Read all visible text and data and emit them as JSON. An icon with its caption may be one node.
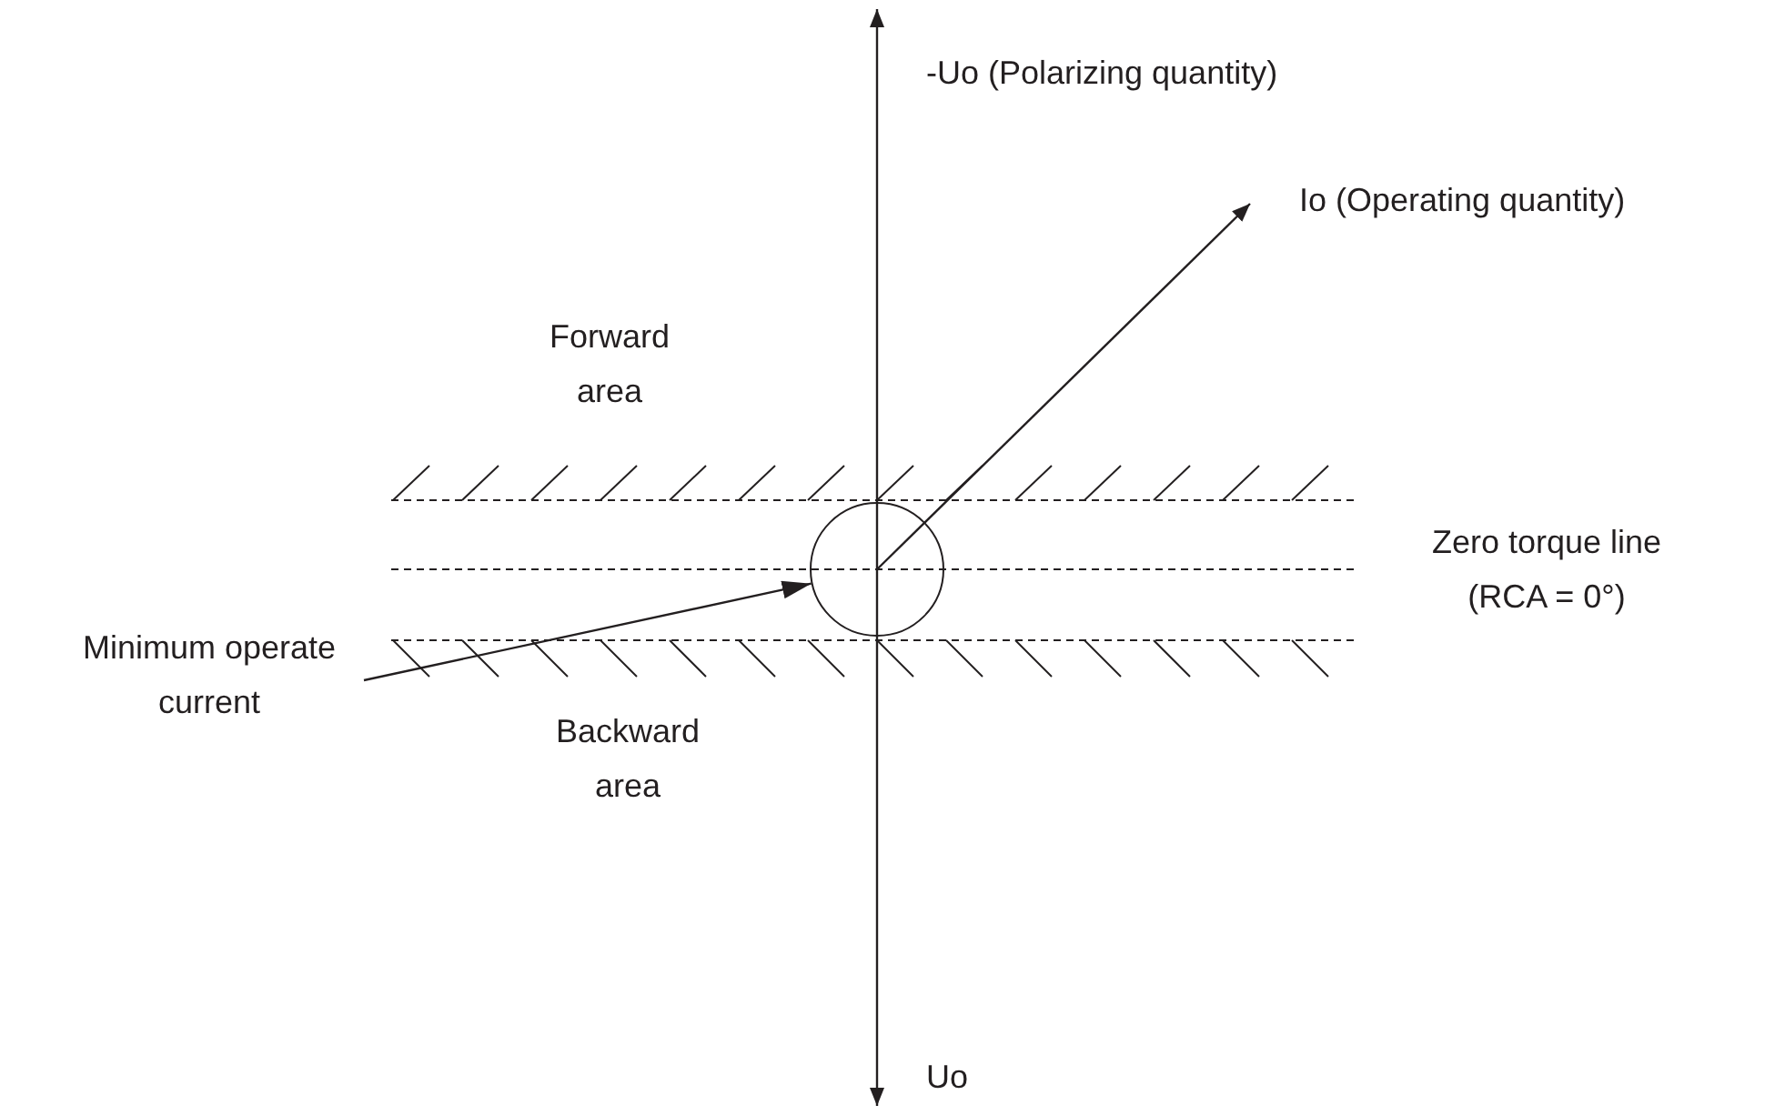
{
  "diagram": {
    "nodes": [
      {
        "text": [
          "Minimum operate current"
        ]
      },
      {
        "text": [],
        "shape": "circle"
      }
    ],
    "edges": [
      {
        "from": 0,
        "to": 1,
        "arrow": "to"
      }
    ],
    "labels": [
      "-Uo (Polarizing quantity)",
      "Io (Operating quantity)",
      "Forward area",
      "Zero torque line (RCA = 0°)",
      "Backward area",
      "Uo"
    ]
  }
}
